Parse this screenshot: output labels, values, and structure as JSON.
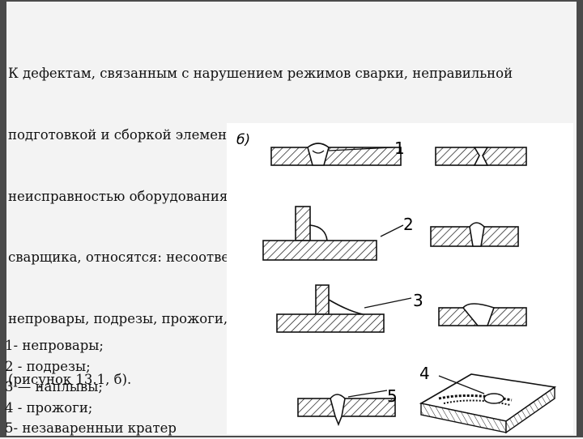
{
  "text": {
    "paragraph_lines": [
      "К дефектам, связанным с нарушением режимов сварки, неправильной",
      "подготовкой и сборкой элементов конструкции под сварку,",
      "неисправностью оборудования, небрежностью и низкой квалификацией",
      "сварщика, относятся: несоответствие швов расчетным размерам,",
      "непровары, подрезы, прожоги, наплывы, незаверенные кратеры и др.",
      "(рисунок 13.1, б)."
    ]
  },
  "figure": {
    "label": "б)",
    "callouts": [
      "1",
      "2",
      "3",
      "4",
      "5"
    ]
  },
  "legend": {
    "items": [
      "1- непровары;",
      "2 - подрезы;",
      "3 — наплывы;",
      "4 - прожоги;",
      "5- незаваренныи кратер"
    ]
  },
  "colors": {
    "background": "#f3f3f3",
    "frame": "#4a4a4a",
    "figure_background": "#ffffff",
    "ink": "#111111"
  }
}
